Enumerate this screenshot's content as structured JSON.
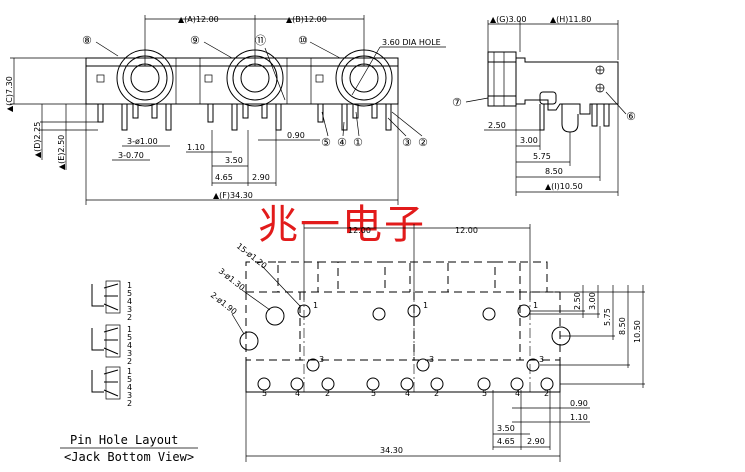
{
  "front_view": {
    "dim_a": "▲(A)12.00",
    "dim_b": "▲(B)12.00",
    "dim_c": "▲(C)7.30",
    "dim_d": "▲(D)2.25",
    "dim_e": "▲(E)2.50",
    "dim_f": "▲(F)34.30",
    "hole_note": "3.60 DIA HOLE",
    "pin_dia": "3-ø1.00",
    "pin_w": "3-0.70",
    "d_090": "0.90",
    "d_110": "1.10",
    "d_350": "3.50",
    "d_465": "4.65",
    "d_290": "2.90",
    "callouts": [
      "⑧",
      "⑨",
      "⑪",
      "⑩",
      "⑤",
      "④",
      "①",
      "③",
      "②"
    ]
  },
  "side_view": {
    "dim_g": "▲(G)3.00",
    "dim_h": "▲(H)11.80",
    "dim_i": "▲(I)10.50",
    "d_250": "2.50",
    "d_300": "3.00",
    "d_575": "5.75",
    "d_850": "8.50",
    "callouts": [
      "⑦",
      "⑥"
    ]
  },
  "watermark": "兆一电子",
  "bottom_view": {
    "d_top_left": "12.00",
    "d_top_right": "12.00",
    "hole_15": "15-ø1.20",
    "hole_3": "3-ø1.30",
    "hole_2": "2-ø1.90",
    "d_250": "2.50",
    "d_300": "3.00",
    "d_575": "5.75",
    "d_850": "8.50",
    "d_1050": "10.50",
    "d_090": "0.90",
    "d_110": "1.10",
    "d_350": "3.50",
    "d_465": "4.65",
    "d_290": "2.90",
    "d_3430": "34.30",
    "pin_numbers": {
      "one": "1",
      "three": "3",
      "bottom_row": [
        "5",
        "4",
        "2",
        "5",
        "4",
        "2",
        "5",
        "4",
        "2"
      ]
    }
  },
  "schematic": {
    "pins": [
      "1",
      "5",
      "4",
      "3",
      "2"
    ]
  },
  "caption": {
    "line1": "Pin Hole Layout",
    "line2": "<Jack Bottom View>"
  }
}
